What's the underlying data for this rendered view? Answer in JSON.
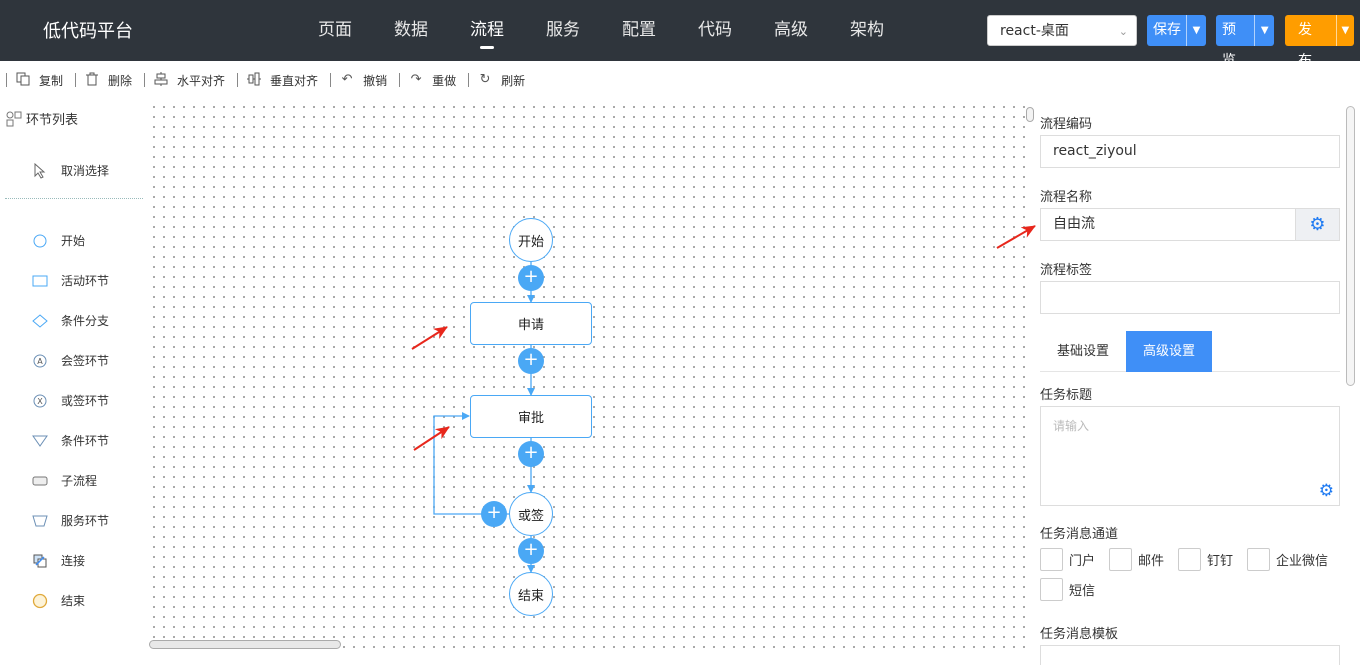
{
  "app": {
    "brand": "低代码平台"
  },
  "nav": {
    "items": [
      {
        "label": "页面"
      },
      {
        "label": "数据"
      },
      {
        "label": "流程"
      },
      {
        "label": "服务"
      },
      {
        "label": "配置"
      },
      {
        "label": "代码"
      },
      {
        "label": "高级"
      },
      {
        "label": "架构"
      }
    ],
    "active": "流程"
  },
  "header": {
    "project_select": "react-桌面",
    "save_label": "保存",
    "preview_label": "预览",
    "publish_label": "发布"
  },
  "toolbar": {
    "items": [
      {
        "label": "复制",
        "icon": "copy-icon"
      },
      {
        "label": "删除",
        "icon": "trash-icon"
      },
      {
        "label": "水平对齐",
        "icon": "align-horizontal-icon"
      },
      {
        "label": "垂直对齐",
        "icon": "align-vertical-icon"
      },
      {
        "label": "撤销",
        "icon": "undo-icon"
      },
      {
        "label": "重做",
        "icon": "redo-icon"
      },
      {
        "label": "刷新",
        "icon": "refresh-icon"
      }
    ]
  },
  "left_panel": {
    "title": "环节列表",
    "deselect": "取消选择",
    "items": [
      {
        "label": "开始",
        "icon": "circle-icon"
      },
      {
        "label": "活动环节",
        "icon": "rectangle-icon"
      },
      {
        "label": "条件分支",
        "icon": "diamond-icon"
      },
      {
        "label": "会签环节",
        "icon": "countersign-icon"
      },
      {
        "label": "或签环节",
        "icon": "or-sign-icon"
      },
      {
        "label": "条件环节",
        "icon": "triangle-down-icon"
      },
      {
        "label": "子流程",
        "icon": "rounded-rect-icon"
      },
      {
        "label": "服务环节",
        "icon": "trapezoid-icon"
      },
      {
        "label": "连接",
        "icon": "connect-icon"
      },
      {
        "label": "结束",
        "icon": "end-circle-icon"
      }
    ]
  },
  "flow": {
    "nodes": [
      {
        "id": "start",
        "label": "开始"
      },
      {
        "id": "apply",
        "label": "申请"
      },
      {
        "id": "approve",
        "label": "审批"
      },
      {
        "id": "orsign",
        "label": "或签"
      },
      {
        "id": "end",
        "label": "结束"
      }
    ],
    "add_symbol": "+"
  },
  "right_panel": {
    "code_label": "流程编码",
    "code_value": "react_ziyoul",
    "name_label": "流程名称",
    "name_value": "自由流",
    "tag_label": "流程标签",
    "tag_value": "",
    "tabs": [
      {
        "label": "基础设置"
      },
      {
        "label": "高级设置"
      }
    ],
    "active_tab": "高级设置",
    "task_title_label": "任务标题",
    "task_title_placeholder": "请输入",
    "channel_label": "任务消息通道",
    "channels": [
      {
        "label": "门户"
      },
      {
        "label": "邮件"
      },
      {
        "label": "钉钉"
      },
      {
        "label": "企业微信"
      },
      {
        "label": "短信"
      }
    ],
    "template_label": "任务消息模板"
  },
  "colors": {
    "header_bg": "#2f353c",
    "primary": "#3f8ff7",
    "publish": "#ff9d00",
    "node_border": "#4aa8f5",
    "arrow": "#e8271c"
  }
}
